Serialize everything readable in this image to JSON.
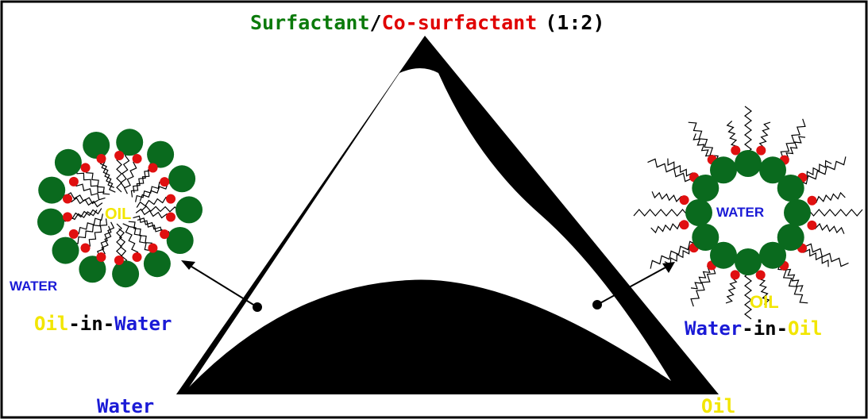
{
  "title": {
    "surfactant": "Surfactant",
    "slash": "/",
    "cosurfactant": "Co-surfactant",
    "ratio": "(1:2)"
  },
  "vertices": {
    "water": "Water",
    "oil": "Oil"
  },
  "left_micelle": {
    "core_label": "OIL",
    "medium_label": "WATER",
    "caption_part1": "Oil",
    "caption_part2": "-in-",
    "caption_part3": "Water"
  },
  "right_micelle": {
    "core_label": "WATER",
    "medium_label": "OIL",
    "caption_part1": "Water",
    "caption_part2": "-in-",
    "caption_part3": "Oil"
  },
  "colors": {
    "green_text": "#0b7a0b",
    "red_text": "#e00000",
    "blue_text": "#1a1ad6",
    "yellow_text": "#f2e600",
    "head_green": "#0a6a1e",
    "tail_red": "#e01010",
    "region_black": "#000000"
  }
}
